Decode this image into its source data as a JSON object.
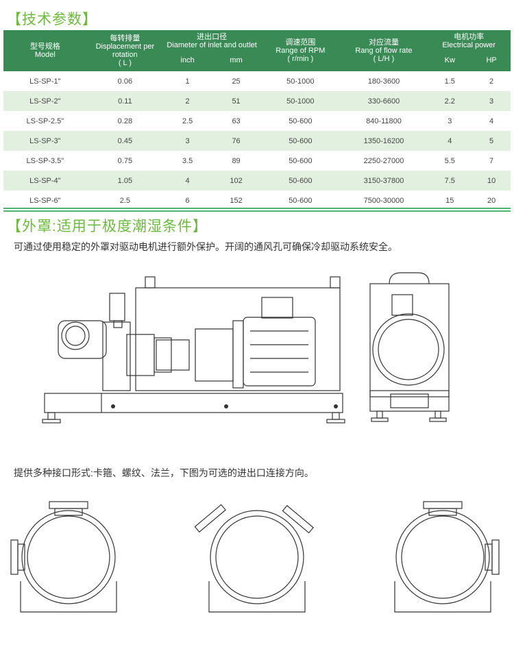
{
  "section1": {
    "title": "【技术参数】"
  },
  "table": {
    "headers": {
      "model": [
        "型号规格",
        "Model"
      ],
      "displacement": [
        "每转排量",
        "Displacement per",
        "rotation",
        "( L )"
      ],
      "diameter": [
        "进出口径",
        "Diameter of inlet and outlet"
      ],
      "inch": "inch",
      "mm": "mm",
      "rpm": [
        "调速范围",
        "Range of RPM",
        "( r/min )"
      ],
      "flow": [
        "对应流量",
        "Rang of flow rate",
        "( L/H )"
      ],
      "power": [
        "电机功率",
        "Electrical power"
      ],
      "kw": "Kw",
      "hp": "HP"
    },
    "rows": [
      [
        "LS-SP-1\"",
        "0.06",
        "1",
        "25",
        "50-1000",
        "180-3600",
        "1.5",
        "2"
      ],
      [
        "LS-SP-2\"",
        "0.11",
        "2",
        "51",
        "50-1000",
        "330-6600",
        "2.2",
        "3"
      ],
      [
        "LS-SP-2.5\"",
        "0.28",
        "2.5",
        "63",
        "50-600",
        "840-11800",
        "3",
        "4"
      ],
      [
        "LS-SP-3\"",
        "0.45",
        "3",
        "76",
        "50-600",
        "1350-16200",
        "4",
        "5"
      ],
      [
        "LS-SP-3.5\"",
        "0.75",
        "3.5",
        "89",
        "50-600",
        "2250-27000",
        "5.5",
        "7"
      ],
      [
        "LS-SP-4\"",
        "1.05",
        "4",
        "102",
        "50-600",
        "3150-37800",
        "7.5",
        "10"
      ],
      [
        "LS-SP-6\"",
        "2.5",
        "6",
        "152",
        "50-600",
        "7500-30000",
        "15",
        "20"
      ]
    ]
  },
  "section2": {
    "title": "【外罩:适用于极度潮湿条件】",
    "text": "可通过使用稳定的外罩对驱动电机进行额外保护。开阔的通风孔可确保冷却驱动系统安全。"
  },
  "section3": {
    "text": "提供多种接口形式:卡箍、螺纹、法兰，下图为可选的进出口连接方向。"
  }
}
